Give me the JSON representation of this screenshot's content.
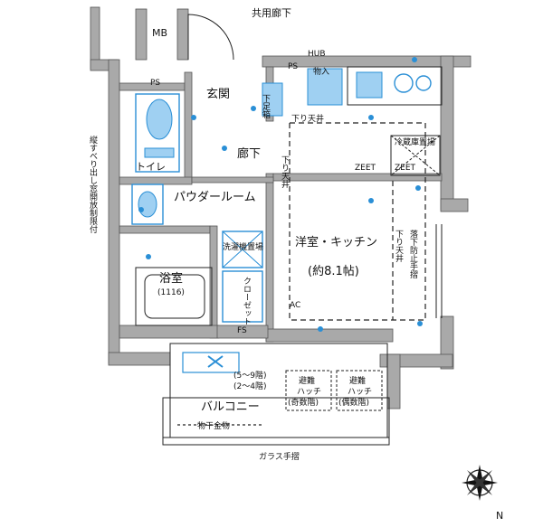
{
  "floorplan": {
    "corridor": "共用廊下",
    "mb": "MB",
    "ps_left": "PS",
    "ps_right": "PS",
    "entrance": "玄関",
    "shoe_box": "下足箱",
    "hallway": "廊下",
    "toilet": "トイレ",
    "powder_room": "パウダールーム",
    "washer": "洗濯機置場",
    "bathroom": "浴室",
    "bath_size": "(1116)",
    "closet": "クローゼット",
    "living": "洋室・キッチン",
    "living_size": "(約8.1帖)",
    "lowered_ceiling_1": "下り天井",
    "lowered_ceiling_2": "下り天井",
    "lowered_ceiling_3": "下り天井",
    "fridge": "冷蔵庫置場",
    "fall_rail": "落下防止手摺",
    "fs": "FS",
    "balcony": "バルコニー",
    "floors_note_1": "(5～9階)",
    "floors_note_2": "(2～4階)",
    "hatch_1_title": "避難",
    "hatch_1_sub": "ハッチ",
    "hatch_1_floor": "(奇数階)",
    "hatch_2_title": "避難",
    "hatch_2_sub": "ハッチ",
    "hatch_2_floor": "(偶数階)",
    "laundry_hardware": "物干金物",
    "glass_rail": "ガラス手摺",
    "side_note": "縦すべり出し窓開放制限付",
    "hub": "HUB",
    "storage": "物入",
    "zeet_1": "ZEET",
    "zeet_2": "ZEET",
    "ac": "AC",
    "compass": "N"
  },
  "colors": {
    "wall": "#a9a9a9",
    "fixture_blue": "#2a8fd6",
    "fixture_light": "#9fd0f2"
  }
}
